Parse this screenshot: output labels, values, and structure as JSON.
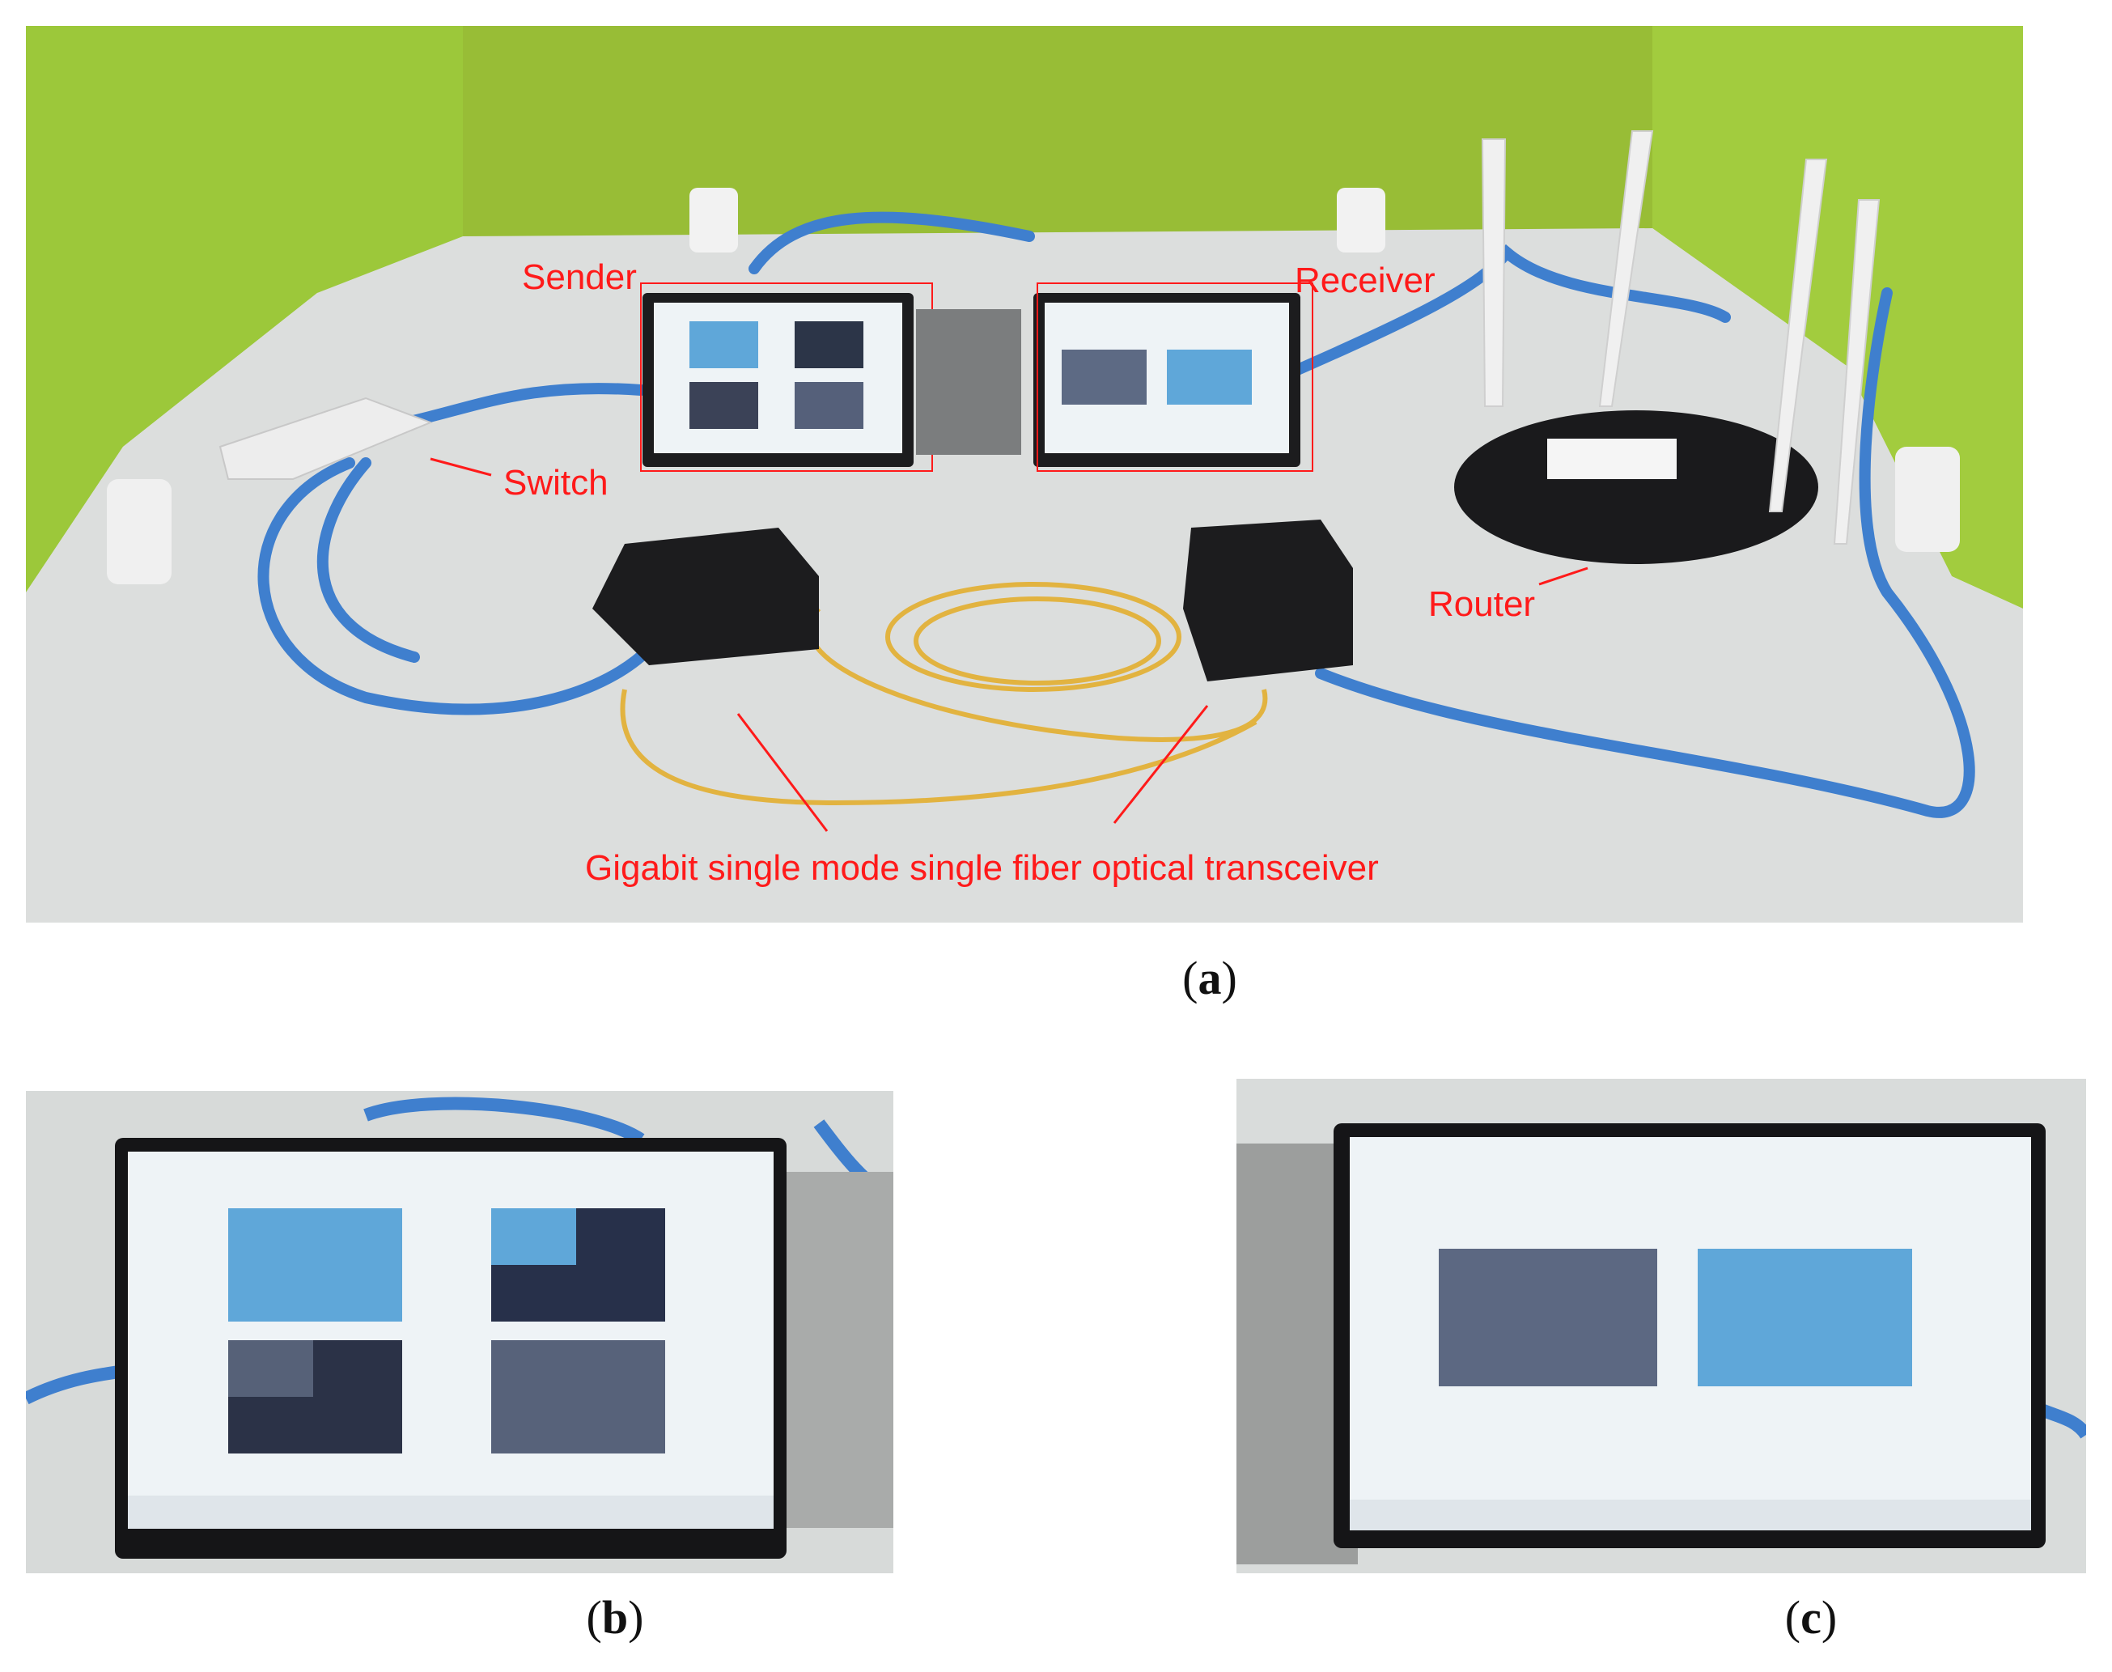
{
  "figure": {
    "panel_a": {
      "caption_letter": "a",
      "labels": {
        "sender": "Sender",
        "receiver": "Receiver",
        "switch": "Switch",
        "router": "Router",
        "transceiver": "Gigabit single mode single fiber optical transceiver"
      }
    },
    "panel_b": {
      "caption_letter": "b"
    },
    "panel_c": {
      "caption_letter": "c"
    }
  },
  "colors": {
    "annotation": "#ff1a1a",
    "partition_green": "#9cc83a",
    "desk": "#dcdedd",
    "ethernet_cable": "#3f7fce",
    "fiber_cable": "#e2b340",
    "device_black": "#1c1c1e",
    "screen_bg": "#eef3f6"
  }
}
